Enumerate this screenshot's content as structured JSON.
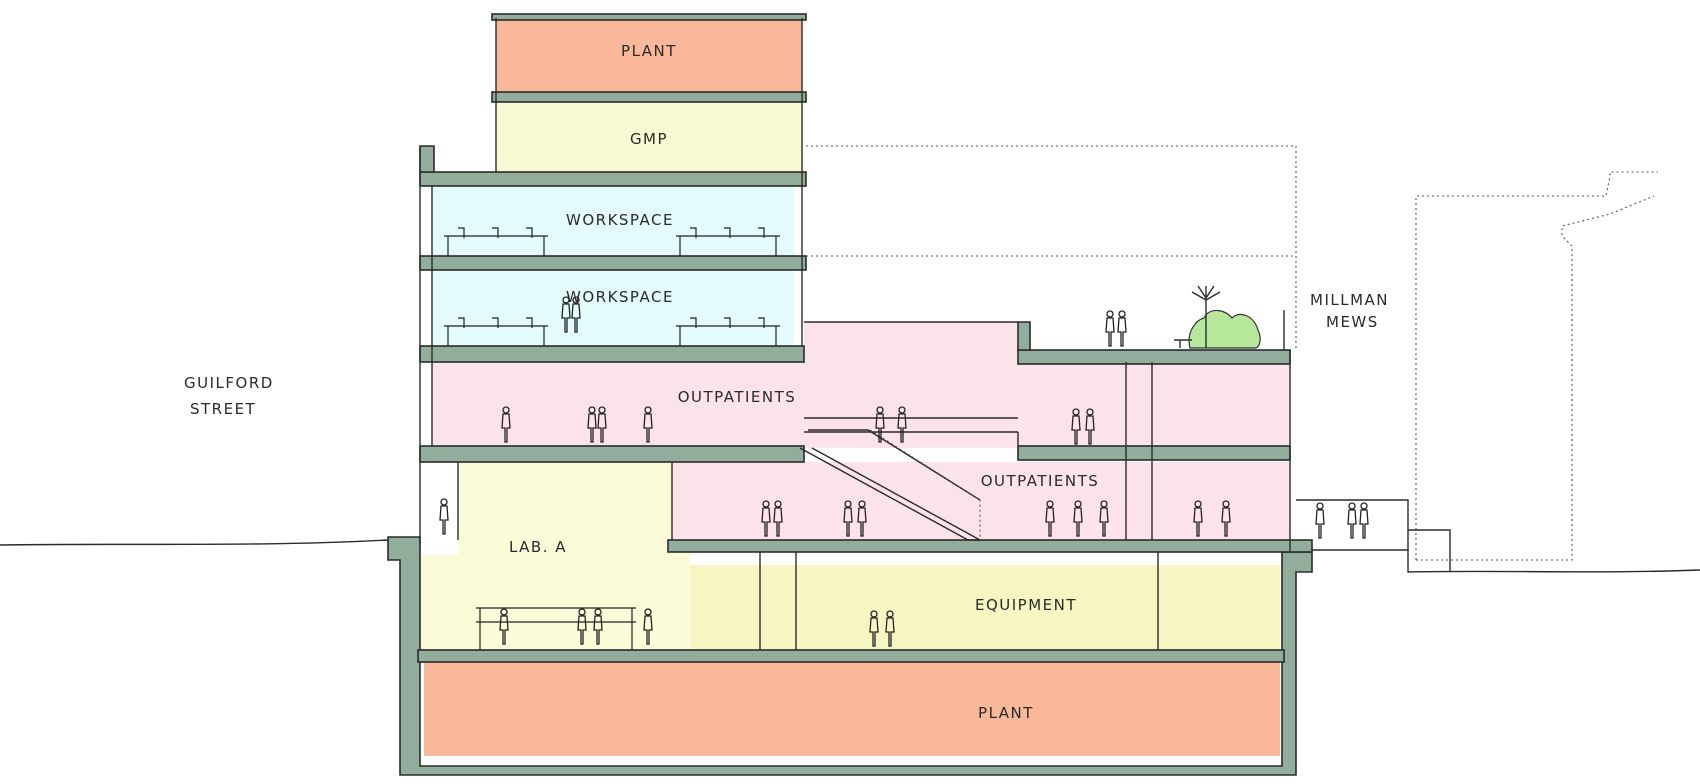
{
  "labels": {
    "plant_top": "PLANT",
    "gmp": "GMP",
    "workspace_upper": "WORKSPACE",
    "workspace_lower": "WORKSPACE",
    "outpatients_upper": "OUTPATIENTS",
    "outpatients_lower": "OUTPATIENTS",
    "lab_a": "LAB. A",
    "equipment": "EQUIPMENT",
    "plant_basement": "PLANT",
    "street_left_line1": "GUILFORD",
    "street_left_line2": "STREET",
    "street_right_line1": "MILLMAN",
    "street_right_line2": "MEWS"
  },
  "colors": {
    "plant": "#f8b899",
    "gmp": "#f9f9d4",
    "workspace": "#e4fbfb",
    "outpatients": "#fce3ea",
    "lab": "#fbfbd9",
    "equipment": "#f7f6c2",
    "structure": "#92ad9b",
    "greenery": "#b6e79a"
  }
}
